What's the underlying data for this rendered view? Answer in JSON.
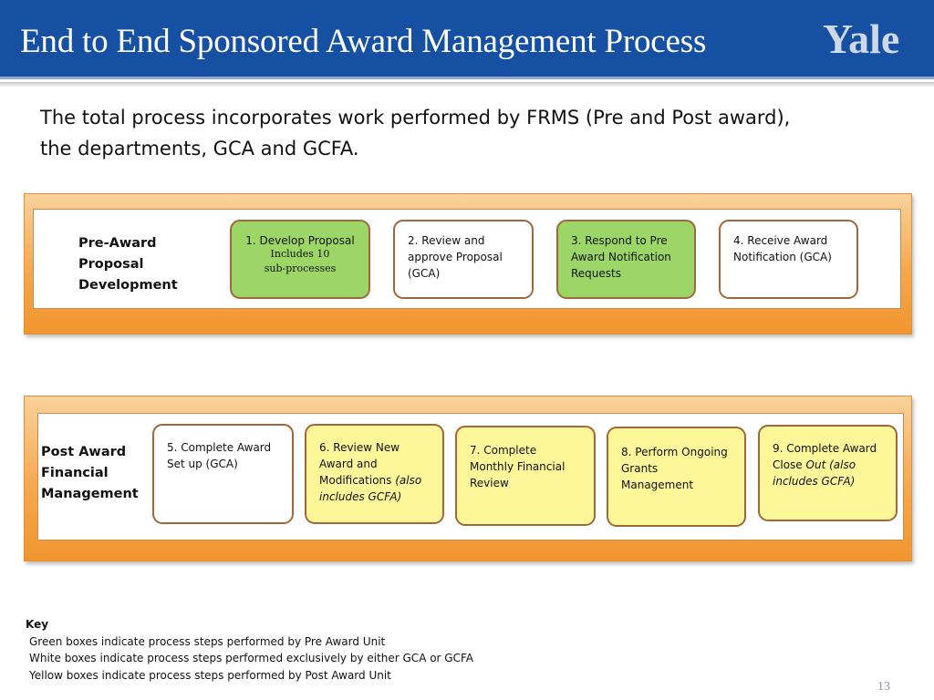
{
  "header": {
    "title": "End to End Sponsored Award Management Process",
    "logo_text": "Yale"
  },
  "intro": "The total process incorporates work performed by FRMS (Pre and Post award), the departments, GCA and GCFA.",
  "pre_award": {
    "label_lines": [
      "Pre-Award",
      "Proposal",
      "Development"
    ],
    "steps": [
      {
        "title": "1. Develop Proposal",
        "sub_lines": [
          "Includes 10",
          "sub-processes"
        ],
        "color": "green"
      },
      {
        "lines": [
          "2. Review and",
          "approve Proposal",
          "(GCA)"
        ],
        "color": "white"
      },
      {
        "lines": [
          "3. Respond to Pre",
          "Award Notification",
          "Requests"
        ],
        "color": "green"
      },
      {
        "lines": [
          "4. Receive Award",
          "Notification (GCA)"
        ],
        "color": "white"
      }
    ]
  },
  "post_award": {
    "label_lines": [
      "Post Award",
      "Financial",
      "Management"
    ],
    "steps": [
      {
        "lines": [
          "5. Complete Award",
          "Set up (GCA)"
        ],
        "color": "white"
      },
      {
        "lines": [
          "6. Review New",
          "Award and",
          "Modifications"
        ],
        "italic_inline": "(also",
        "italic_lines": [
          "includes GCFA)"
        ],
        "color": "yellow"
      },
      {
        "lines": [
          "7. Complete",
          "Monthly Financial",
          "Review"
        ],
        "color": "yellow"
      },
      {
        "lines": [
          "8. Perform Ongoing",
          "Grants",
          "Management"
        ],
        "color": "yellow"
      },
      {
        "lines": [
          "9. Complete Award"
        ],
        "line2_prefix": "Close",
        "italic_inline": "Out (also",
        "italic_lines": [
          "includes GCFA)"
        ],
        "color": "yellow"
      }
    ]
  },
  "key": {
    "title": "Key",
    "lines": [
      "Green boxes indicate process steps performed by Pre Award Unit",
      "White boxes indicate process steps performed exclusively by either GCA or GCFA",
      "Yellow boxes indicate process steps performed by Post Award Unit"
    ]
  },
  "colors": {
    "header_bg": "#1650a3",
    "green_box": "#9bd667",
    "yellow_box": "#fdf79a",
    "white_box": "#ffffff",
    "band_orange": "#f5a84f",
    "box_border": "#a0683a"
  },
  "page_number": "13"
}
